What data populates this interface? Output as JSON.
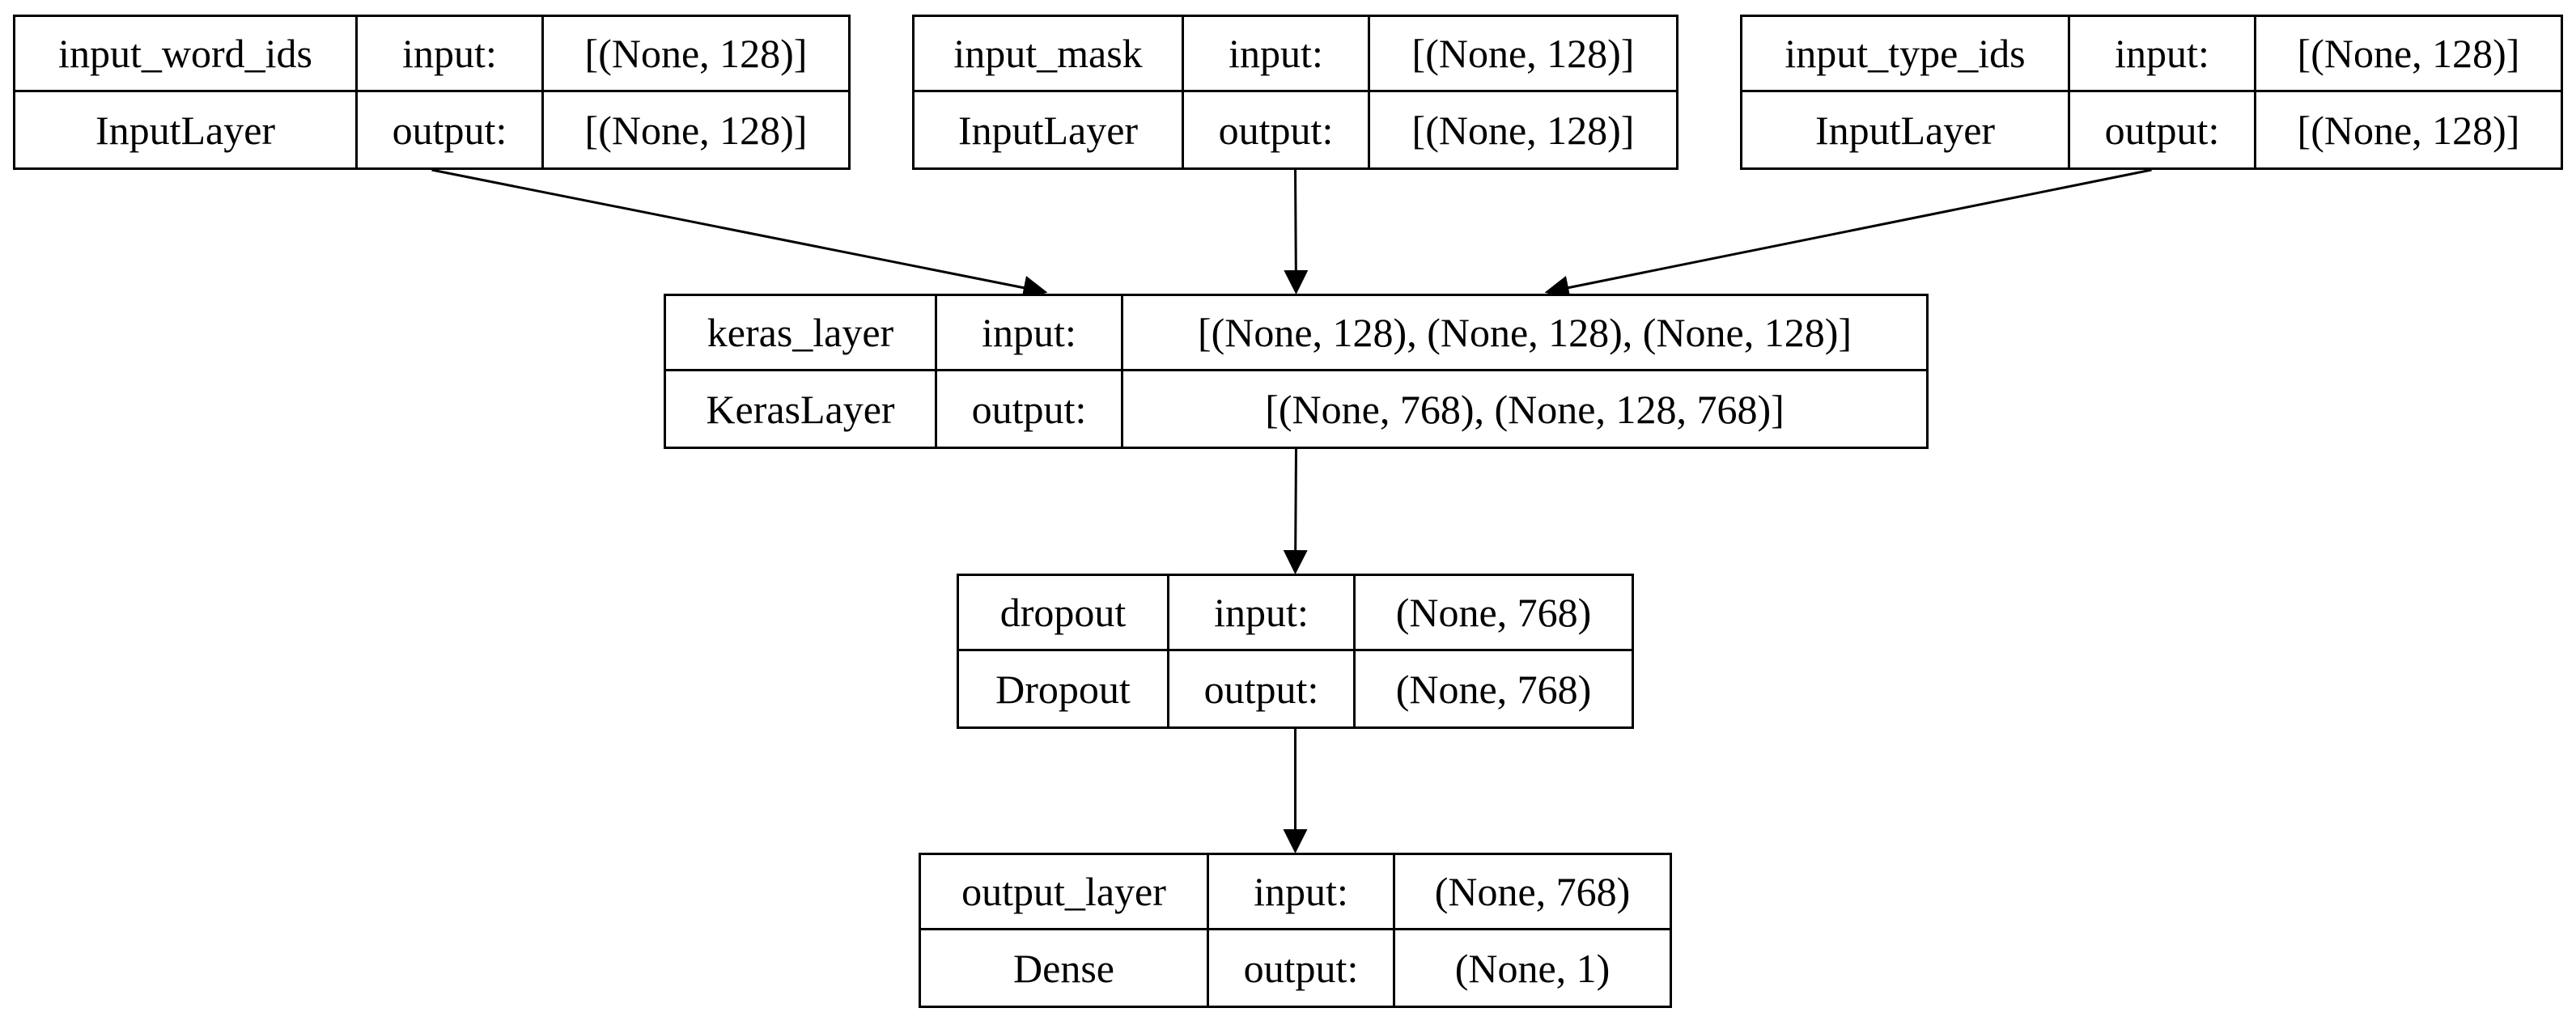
{
  "diagram": {
    "nodes": [
      {
        "id": "input_word_ids",
        "name": "input_word_ids",
        "layer_type": "InputLayer",
        "input_label": "input:",
        "output_label": "output:",
        "input_shape": "[(None, 128)]",
        "output_shape": "[(None, 128)]"
      },
      {
        "id": "input_mask",
        "name": "input_mask",
        "layer_type": "InputLayer",
        "input_label": "input:",
        "output_label": "output:",
        "input_shape": "[(None, 128)]",
        "output_shape": "[(None, 128)]"
      },
      {
        "id": "input_type_ids",
        "name": "input_type_ids",
        "layer_type": "InputLayer",
        "input_label": "input:",
        "output_label": "output:",
        "input_shape": "[(None, 128)]",
        "output_shape": "[(None, 128)]"
      },
      {
        "id": "keras_layer",
        "name": "keras_layer",
        "layer_type": "KerasLayer",
        "input_label": "input:",
        "output_label": "output:",
        "input_shape": "[(None, 128), (None, 128), (None, 128)]",
        "output_shape": "[(None, 768), (None, 128, 768)]"
      },
      {
        "id": "dropout",
        "name": "dropout",
        "layer_type": "Dropout",
        "input_label": "input:",
        "output_label": "output:",
        "input_shape": "(None, 768)",
        "output_shape": "(None, 768)"
      },
      {
        "id": "output_layer",
        "name": "output_layer",
        "layer_type": "Dense",
        "input_label": "input:",
        "output_label": "output:",
        "input_shape": "(None, 768)",
        "output_shape": "(None, 1)"
      }
    ],
    "edges": [
      {
        "from": "input_word_ids",
        "to": "keras_layer"
      },
      {
        "from": "input_mask",
        "to": "keras_layer"
      },
      {
        "from": "input_type_ids",
        "to": "keras_layer"
      },
      {
        "from": "keras_layer",
        "to": "dropout"
      },
      {
        "from": "dropout",
        "to": "output_layer"
      }
    ]
  }
}
